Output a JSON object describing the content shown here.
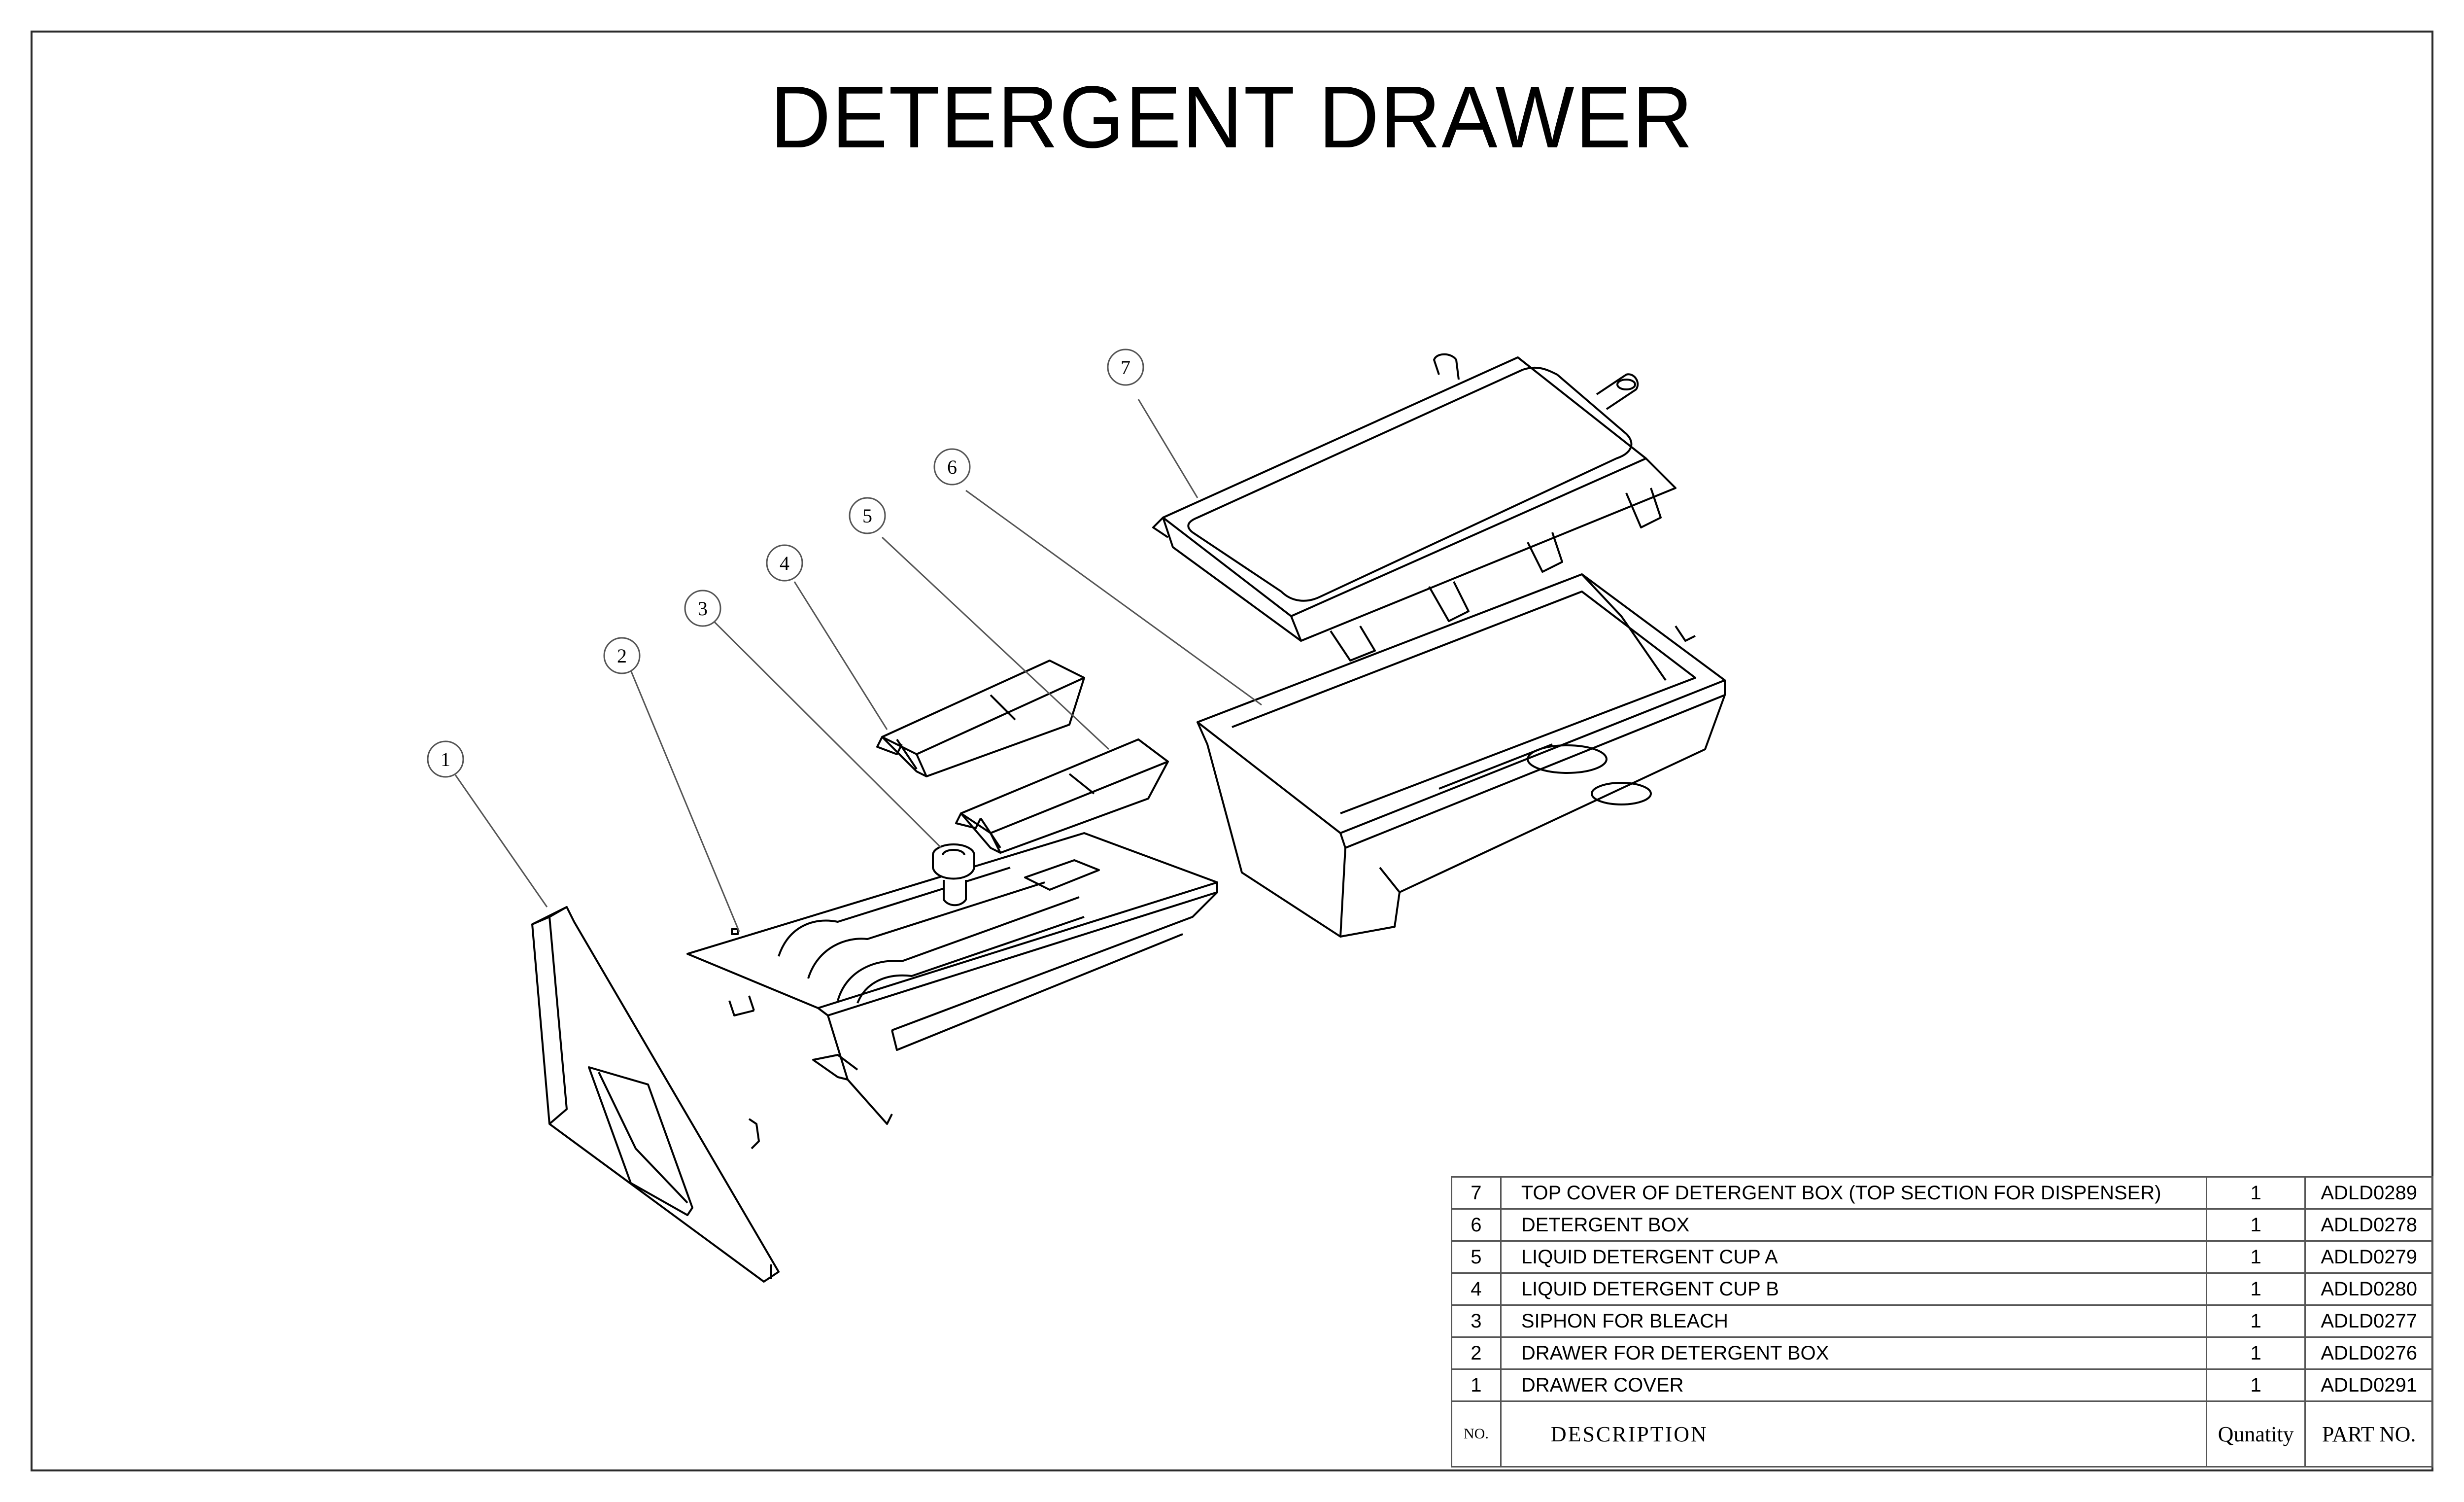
{
  "title": "DETERGENT DRAWER",
  "balloons": [
    {
      "label": "1"
    },
    {
      "label": "2"
    },
    {
      "label": "3"
    },
    {
      "label": "4"
    },
    {
      "label": "5"
    },
    {
      "label": "6"
    },
    {
      "label": "7"
    }
  ],
  "bom": {
    "header": {
      "no": "NO.",
      "description": "DESCRIPTION",
      "quantity": "Qunatity",
      "part_no": "PART NO."
    },
    "rows": [
      {
        "no": "7",
        "description": "TOP COVER OF DETERGENT BOX (TOP SECTION FOR DISPENSER)",
        "qty": "1",
        "part": "ADLD0289"
      },
      {
        "no": "6",
        "description": "DETERGENT BOX",
        "qty": "1",
        "part": "ADLD0278"
      },
      {
        "no": "5",
        "description": "LIQUID DETERGENT CUP A",
        "qty": "1",
        "part": "ADLD0279"
      },
      {
        "no": "4",
        "description": "LIQUID DETERGENT CUP B",
        "qty": "1",
        "part": "ADLD0280"
      },
      {
        "no": "3",
        "description": "SIPHON FOR BLEACH",
        "qty": "1",
        "part": "ADLD0277"
      },
      {
        "no": "2",
        "description": "DRAWER FOR DETERGENT BOX",
        "qty": "1",
        "part": "ADLD0276"
      },
      {
        "no": "1",
        "description": "DRAWER COVER",
        "qty": "1",
        "part": "ADLD0291"
      }
    ]
  }
}
